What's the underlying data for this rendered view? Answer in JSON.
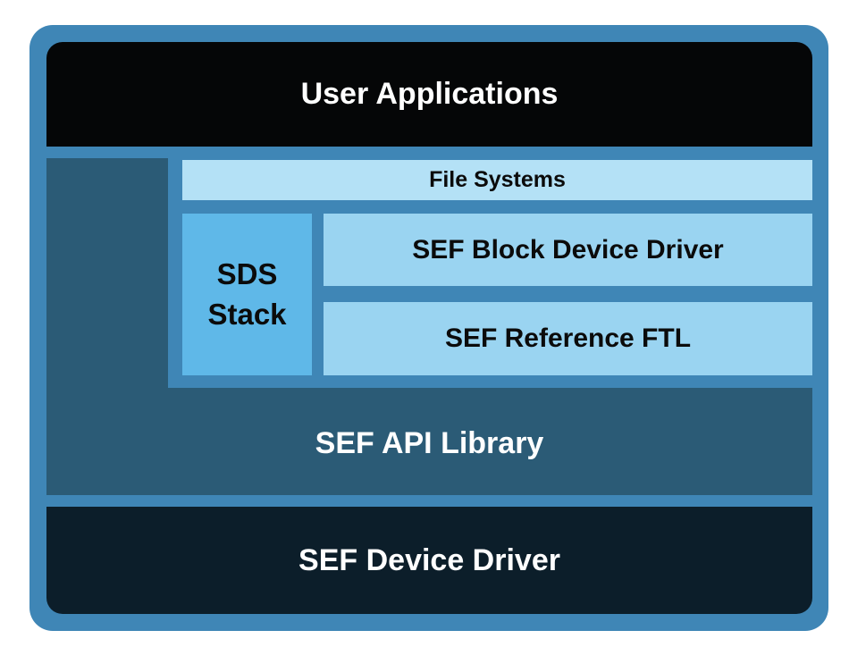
{
  "layers": {
    "user_applications": "User Applications",
    "file_systems": "File Systems",
    "sds_stack_line1": "SDS",
    "sds_stack_line2": "Stack",
    "sef_block_device_driver": "SEF Block Device Driver",
    "sef_reference_ftl": "SEF Reference FTL",
    "sef_api_library": "SEF API Library",
    "sef_device_driver": "SEF Device Driver"
  },
  "colors": {
    "frame": "#3f86b6",
    "user_applications": "#050607",
    "file_systems": "#b4e1f6",
    "sds_stack": "#5fb8e8",
    "driver_boxes": "#9ad4f1",
    "sef_api_library": "#2b5b76",
    "sef_device_driver": "#0c1e2a"
  }
}
